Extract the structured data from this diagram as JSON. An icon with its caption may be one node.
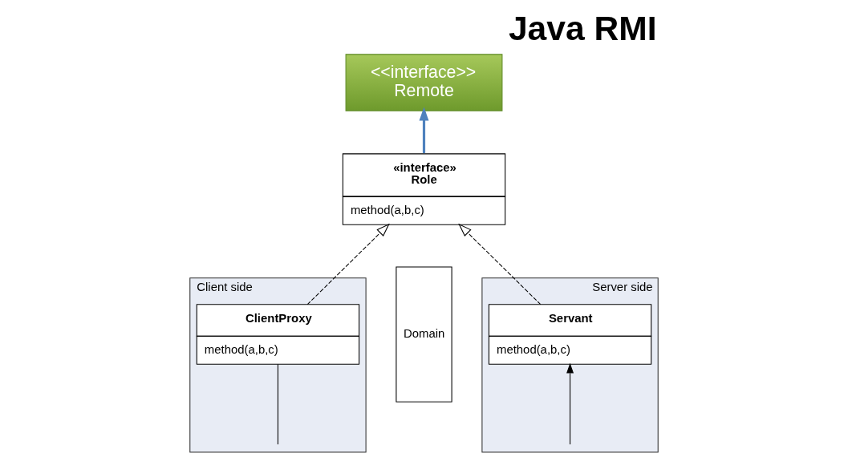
{
  "diagram": {
    "title": "Java RMI",
    "nodes": [
      {
        "text": [
          "<<interface>>",
          "Remote"
        ]
      },
      {
        "text": [
          "«interface»",
          "Role",
          "method(a,b,c)"
        ]
      },
      {
        "text": [
          "Client side"
        ]
      },
      {
        "text": [
          "ClientProxy",
          "method(a,b,c)"
        ],
        "in": 2
      },
      {
        "text": [
          "Domain"
        ]
      },
      {
        "text": [
          "Server side"
        ]
      },
      {
        "text": [
          "Servant",
          "method(a,b,c)"
        ],
        "in": 5
      }
    ],
    "edges": [
      {
        "from": 1,
        "to": 0,
        "arrow": "to",
        "style": "thick",
        "color": "#4f81bd"
      },
      {
        "from": 3,
        "to": 1,
        "arrow": "to",
        "style": "dashed"
      },
      {
        "from": 6,
        "to": 1,
        "arrow": "to",
        "style": "dashed"
      },
      {
        "from": 3,
        "to": null,
        "arrow": "none"
      },
      {
        "from": null,
        "to": 6,
        "arrow": "to"
      }
    ]
  }
}
